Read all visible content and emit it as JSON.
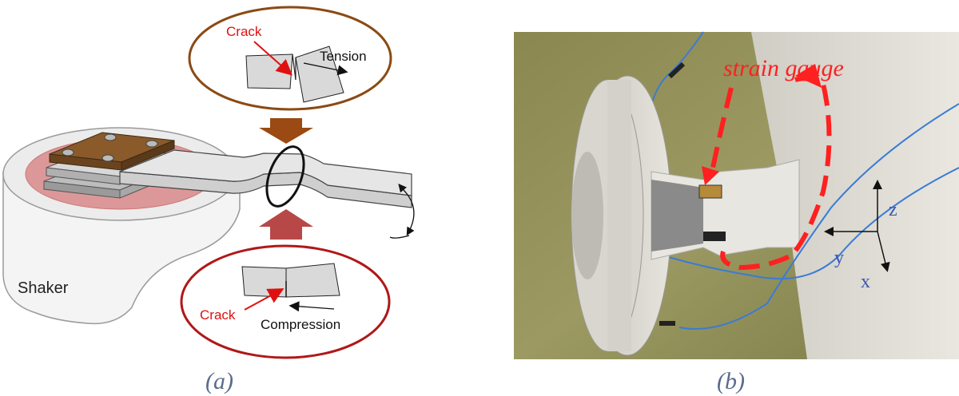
{
  "panel_a": {
    "caption": "(a)",
    "shaker_label": "Shaker",
    "top_inset": {
      "crack_label": "Crack",
      "load_label": "Tension",
      "border_color": "#8b4a14"
    },
    "bottom_inset": {
      "crack_label": "Crack",
      "load_label": "Compression",
      "border_color": "#b01818"
    },
    "top_arrow_color": "#9a4a12",
    "bottom_arrow_color": "#b84848",
    "clamp_color": "#8a5a2b",
    "shaker_top_color": "#d98a8a",
    "crack_label_color": "#e01010"
  },
  "panel_b": {
    "caption": "(b)",
    "annotation": "strain gauge",
    "annotation_color": "#ff2020",
    "axes": {
      "z": "z",
      "y": "y",
      "x": "x"
    },
    "axis_label_color": "#3a55b0"
  }
}
